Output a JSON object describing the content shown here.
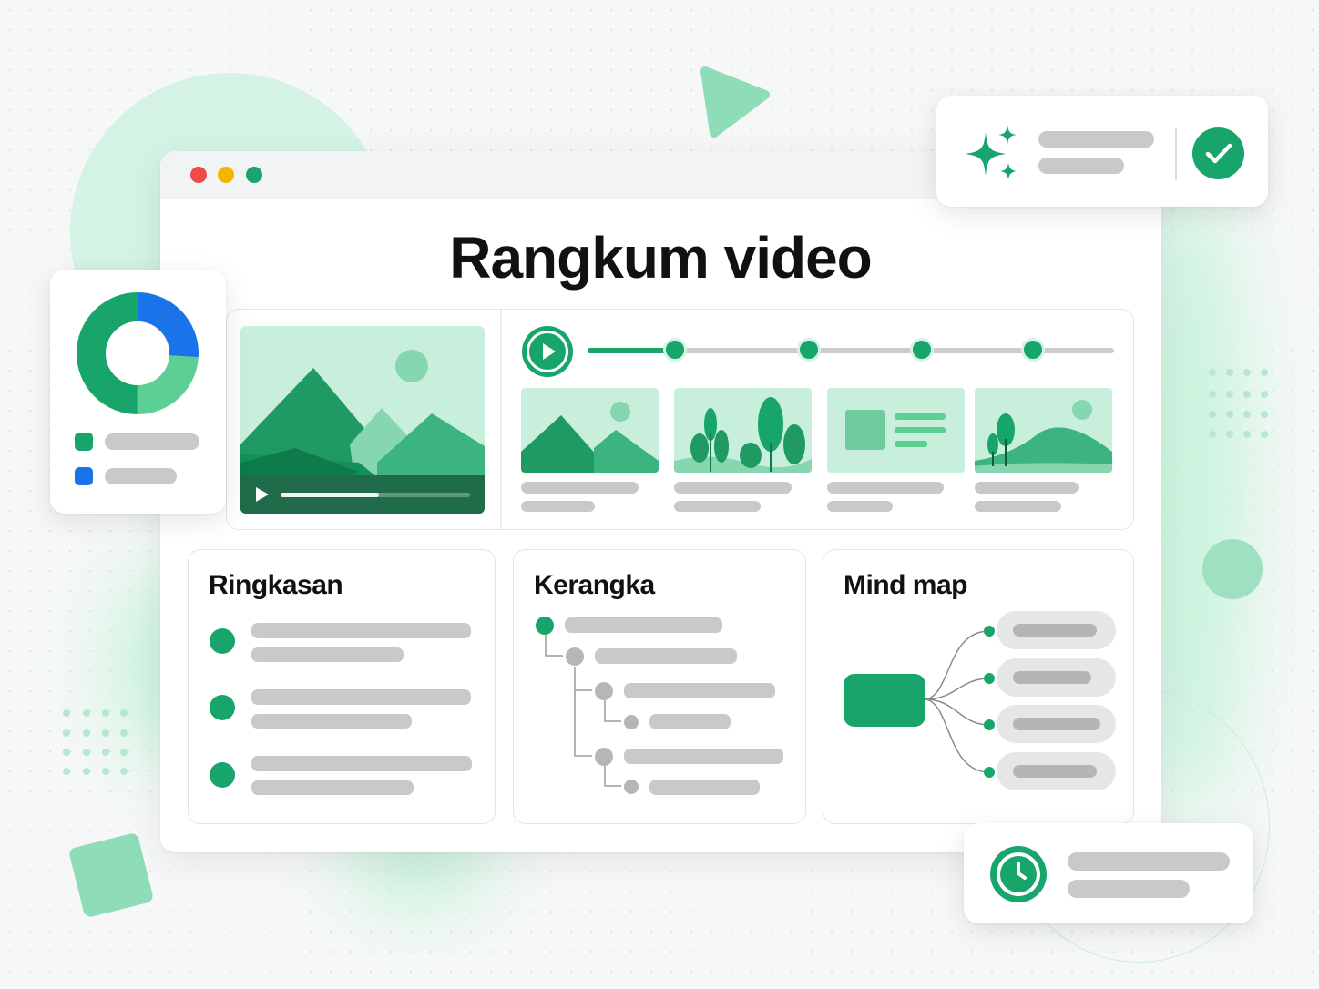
{
  "page": {
    "title": "Rangkum video"
  },
  "sections": {
    "summary": {
      "title": "Ringkasan"
    },
    "outline": {
      "title": "Kerangka"
    },
    "mindmap": {
      "title": "Mind map"
    }
  },
  "window_controls": [
    "close",
    "minimize",
    "maximize"
  ],
  "player": {
    "progress": 0.16,
    "chapter_markers": 4
  },
  "thumbnails": [
    "mountain-scene",
    "plants-scene",
    "document-scene",
    "tree-hills-scene"
  ],
  "chart_widget": {
    "segments": [
      {
        "color": "#1a73e8",
        "fraction": 0.26
      },
      {
        "color": "#5ccf95",
        "fraction": 0.24
      },
      {
        "color": "#17a56b",
        "fraction": 0.5
      }
    ],
    "legend_colors": [
      "#17a56b",
      "#1a73e8"
    ]
  },
  "icons": {
    "sparkle": "sparkle-icon",
    "check": "check-circle-icon",
    "clock": "clock-icon",
    "play": "play-icon"
  },
  "colors": {
    "accent": "#17a56b",
    "accent_light": "#c8efdc",
    "placeholder": "#c9c9c9",
    "blue": "#1a73e8",
    "red": "#f04a4a",
    "yellow": "#f5b400"
  }
}
